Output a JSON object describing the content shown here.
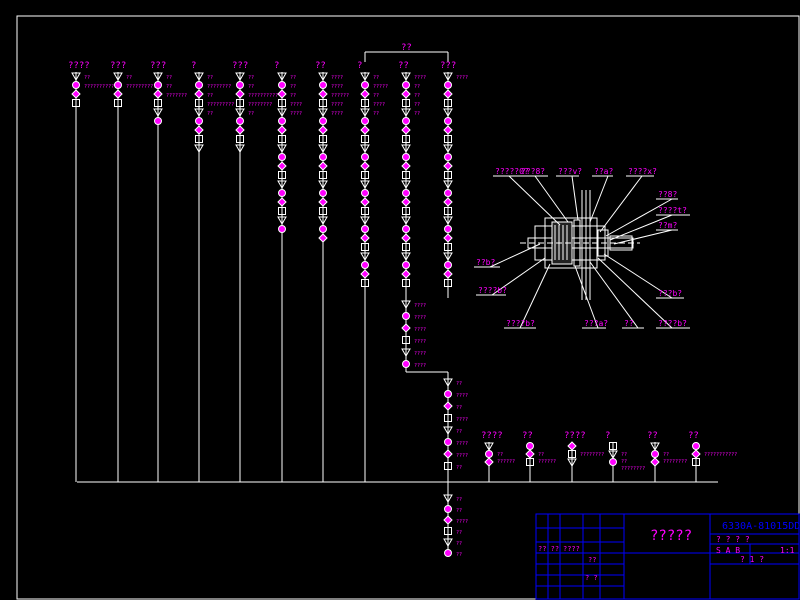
{
  "diagram": {
    "top_branch_label": "??",
    "columns": [
      {
        "title": "????",
        "items": [
          "??",
          "???????????",
          "",
          "",
          ""
        ]
      },
      {
        "title": "???",
        "items": [
          "??",
          "??????????",
          "",
          "",
          ""
        ]
      },
      {
        "title": "???",
        "items": [
          "??",
          "??",
          "???????",
          "",
          ""
        ]
      },
      {
        "title": "?",
        "items": [
          "??",
          "????????",
          "??",
          "?????????",
          "??"
        ]
      },
      {
        "title": "???",
        "items": [
          "??",
          "??",
          "??????????",
          "????????",
          "??"
        ]
      },
      {
        "title": "?",
        "items": [
          "??",
          "??",
          "??",
          "????",
          "????"
        ]
      },
      {
        "title": "??",
        "items": [
          "????",
          "????",
          "??????",
          "????",
          "????"
        ]
      },
      {
        "title": "?",
        "items": [
          "??",
          "?????",
          "??",
          "????",
          "??"
        ]
      },
      {
        "title": "??",
        "items": [
          "????",
          "??",
          "??",
          "??",
          "??"
        ]
      },
      {
        "title": "???",
        "items": [
          "????",
          "",
          "",
          "",
          ""
        ]
      }
    ],
    "mid_column_items": [
      "????",
      "????",
      "????",
      "????",
      "????",
      "????"
    ],
    "lower_column_items": [
      "??",
      "????",
      "??",
      "????",
      "??",
      "????",
      "????",
      "??"
    ],
    "bottom_items": [
      "??",
      "??",
      "????",
      "??",
      "??",
      "??"
    ],
    "bottom_groups": [
      {
        "title": "????",
        "items": [
          "??",
          "??????"
        ]
      },
      {
        "title": "??",
        "items": [
          "??",
          "??????"
        ]
      },
      {
        "title": "????",
        "items": [
          "????????"
        ]
      },
      {
        "title": "?",
        "items": [
          "??",
          "??",
          "????????"
        ]
      },
      {
        "title": "??",
        "items": [
          "??",
          "????????"
        ]
      },
      {
        "title": "??",
        "items": [
          "???????????"
        ]
      }
    ],
    "part_labels": [
      "?????0?",
      "???8?",
      "???v?",
      "??a?",
      "????x?",
      "??8?",
      "????t?",
      "??m?",
      "??b?",
      "????b?",
      "????b?",
      "???a?",
      "??",
      "????b?",
      "???b?"
    ]
  },
  "title_block": {
    "drawing_title": "?????",
    "drawing_code": "6330A-81015DD",
    "row1": "? ? ? ?",
    "row2_left": "S A B",
    "scale": "1:1",
    "row3": "? 1 ?",
    "cell_a": "?? ??",
    "cell_b": "????",
    "cell_c": "??",
    "cell_d": "? ?"
  },
  "colors": {
    "background": "#000000",
    "lines": "#ffffff",
    "labels": "#ff00ff",
    "frame": "#0000ff"
  }
}
